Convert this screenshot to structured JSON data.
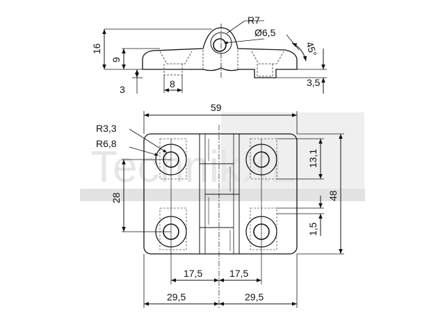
{
  "colors": {
    "line": "#111111",
    "hidden": "#555555",
    "watermark": "#e2e2e2",
    "background": "#ffffff"
  },
  "watermark": {
    "text": "TechnikXL"
  },
  "side_view": {
    "radius_label": "R7",
    "bore_label": "Ø6,5",
    "angle_label": "45°",
    "height_total": "16",
    "height_mid": "9",
    "height_low": "3",
    "slot_width": "8",
    "tab_height": "3,5"
  },
  "front_view": {
    "width_total": "59",
    "counterbore_radius": "R3,3",
    "hole_radius": "R6,8",
    "vertical_pitch": "28",
    "height_total": "48",
    "slot_height": "13,1",
    "slot_offset": "1,5",
    "hole_offset_left": "17,5",
    "hole_offset_right": "17,5",
    "half_width_left": "29,5",
    "half_width_right": "29,5"
  }
}
